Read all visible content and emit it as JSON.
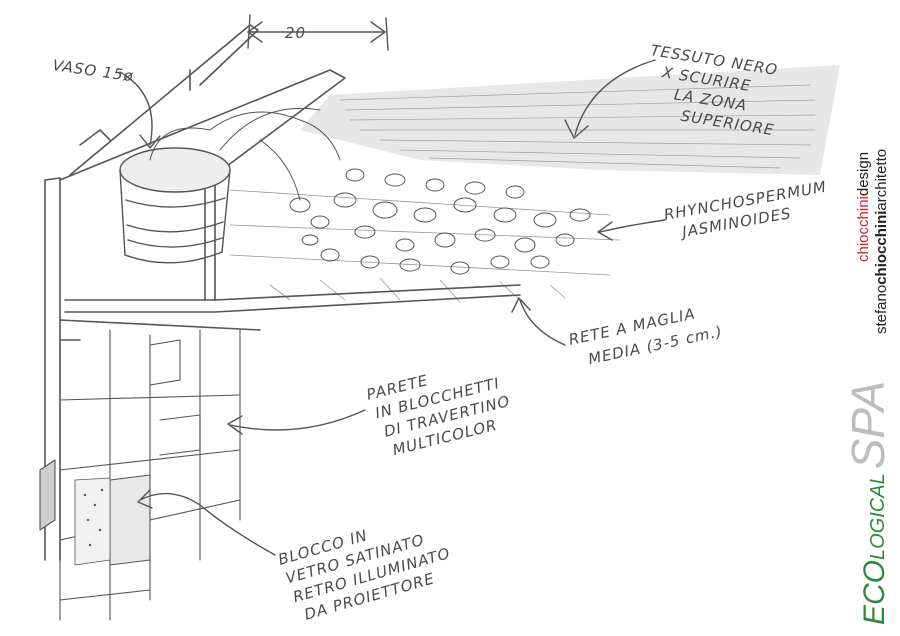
{
  "labels": {
    "vaso": "VASO 15ø",
    "dimension": "20",
    "tessuto": [
      "TESSUTO NERO",
      "X SCURIRE",
      "LA ZONA",
      "SUPERIORE"
    ],
    "rhyncho": [
      "RHYNCHOSPERMUM",
      "JASMINOIDES"
    ],
    "rete": [
      "RETE A MAGLIA",
      "MEDIA (3-5 cm.)"
    ],
    "parete": [
      "PARETE",
      "IN BLOCCHETTI",
      "DI TRAVERTINO",
      "MULTICOLOR"
    ],
    "blocco": [
      "BLOCCO IN",
      "VETRO SATINATO",
      "RETRO ILLUMINATO",
      "DA PROIETTORE"
    ]
  },
  "branding": {
    "line1_a": "chiocchini",
    "line1_b": "design",
    "line2_a": "stefano",
    "line2_b": "chiocchini",
    "line2_c": "architetto",
    "eco_a": "ECO",
    "eco_b": "LOGICAL",
    "eco_c": "SPA"
  },
  "colors": {
    "pencil": "#555555",
    "brand_red": "#d9232a",
    "brand_dark": "#222222",
    "eco_green": "#2e8b3a",
    "spa_gray": "#bdbdbd"
  }
}
